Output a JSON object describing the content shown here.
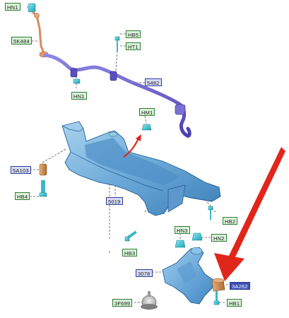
{
  "labels": {
    "hn1_top": "HN1",
    "p5k484": "5K484",
    "hb5": "HB5",
    "ht1": "HT1",
    "p5482": "5482",
    "hn1_mid": "HN1",
    "hm1": "HM1",
    "p5a103": "5A103",
    "hb4": "HB4",
    "p5019": "5019",
    "hb2": "HB2",
    "hn3": "HN3",
    "hn2": "HN2",
    "hb3": "HB3",
    "p3078": "3078",
    "p3a262": "3A262",
    "p3f699": "3F699",
    "hb1": "HB1"
  },
  "colors": {
    "link_orange": "#d98a5a",
    "stabilizer_purple": "#6a5fc9",
    "subframe_blue": "#7fb2d9",
    "fastener_cyan": "#35c6d6",
    "bushing_tan": "#c98a4a",
    "arrow_red": "#e0261b",
    "label_green_fill": "#d9f2d9",
    "label_blue_fill": "#d9dcf5",
    "highlight_label": "#3f51b5"
  }
}
